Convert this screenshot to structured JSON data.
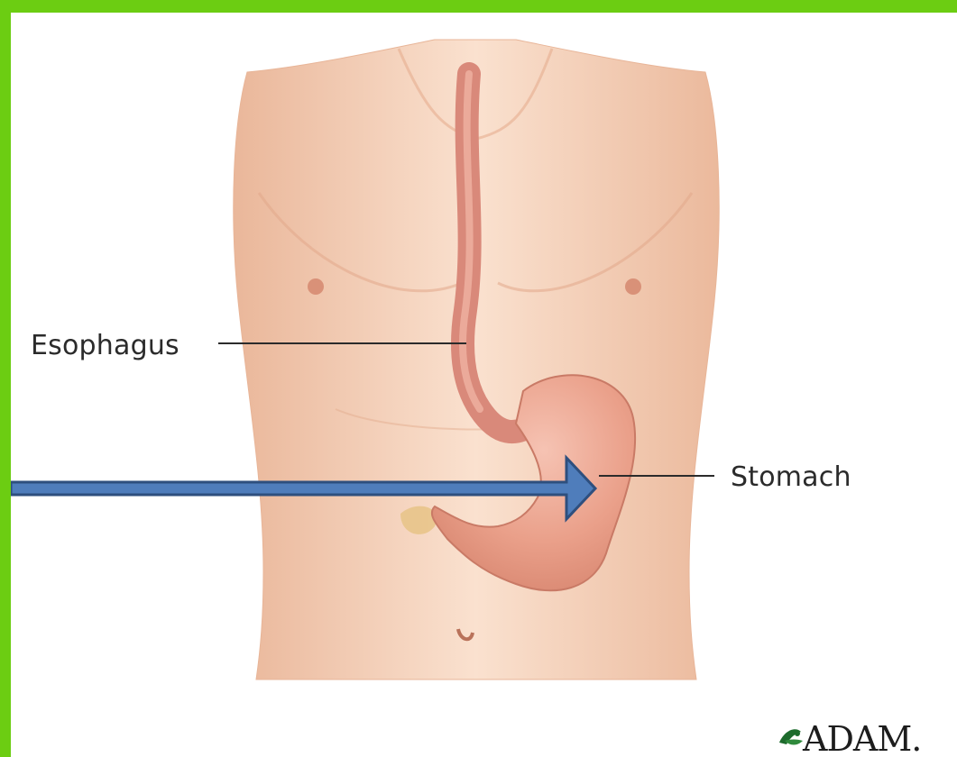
{
  "labels": {
    "esophagus": "Esophagus",
    "stomach": "Stomach"
  },
  "logo": {
    "text": "ADAM.",
    "icon": "leaf-icon"
  },
  "colors": {
    "frame": "#6ccd12",
    "arrow": "#4f7dbb",
    "arrow_outline": "#2e4f7e",
    "skin": "#f7d2bb",
    "organ": "#e9a28a"
  }
}
